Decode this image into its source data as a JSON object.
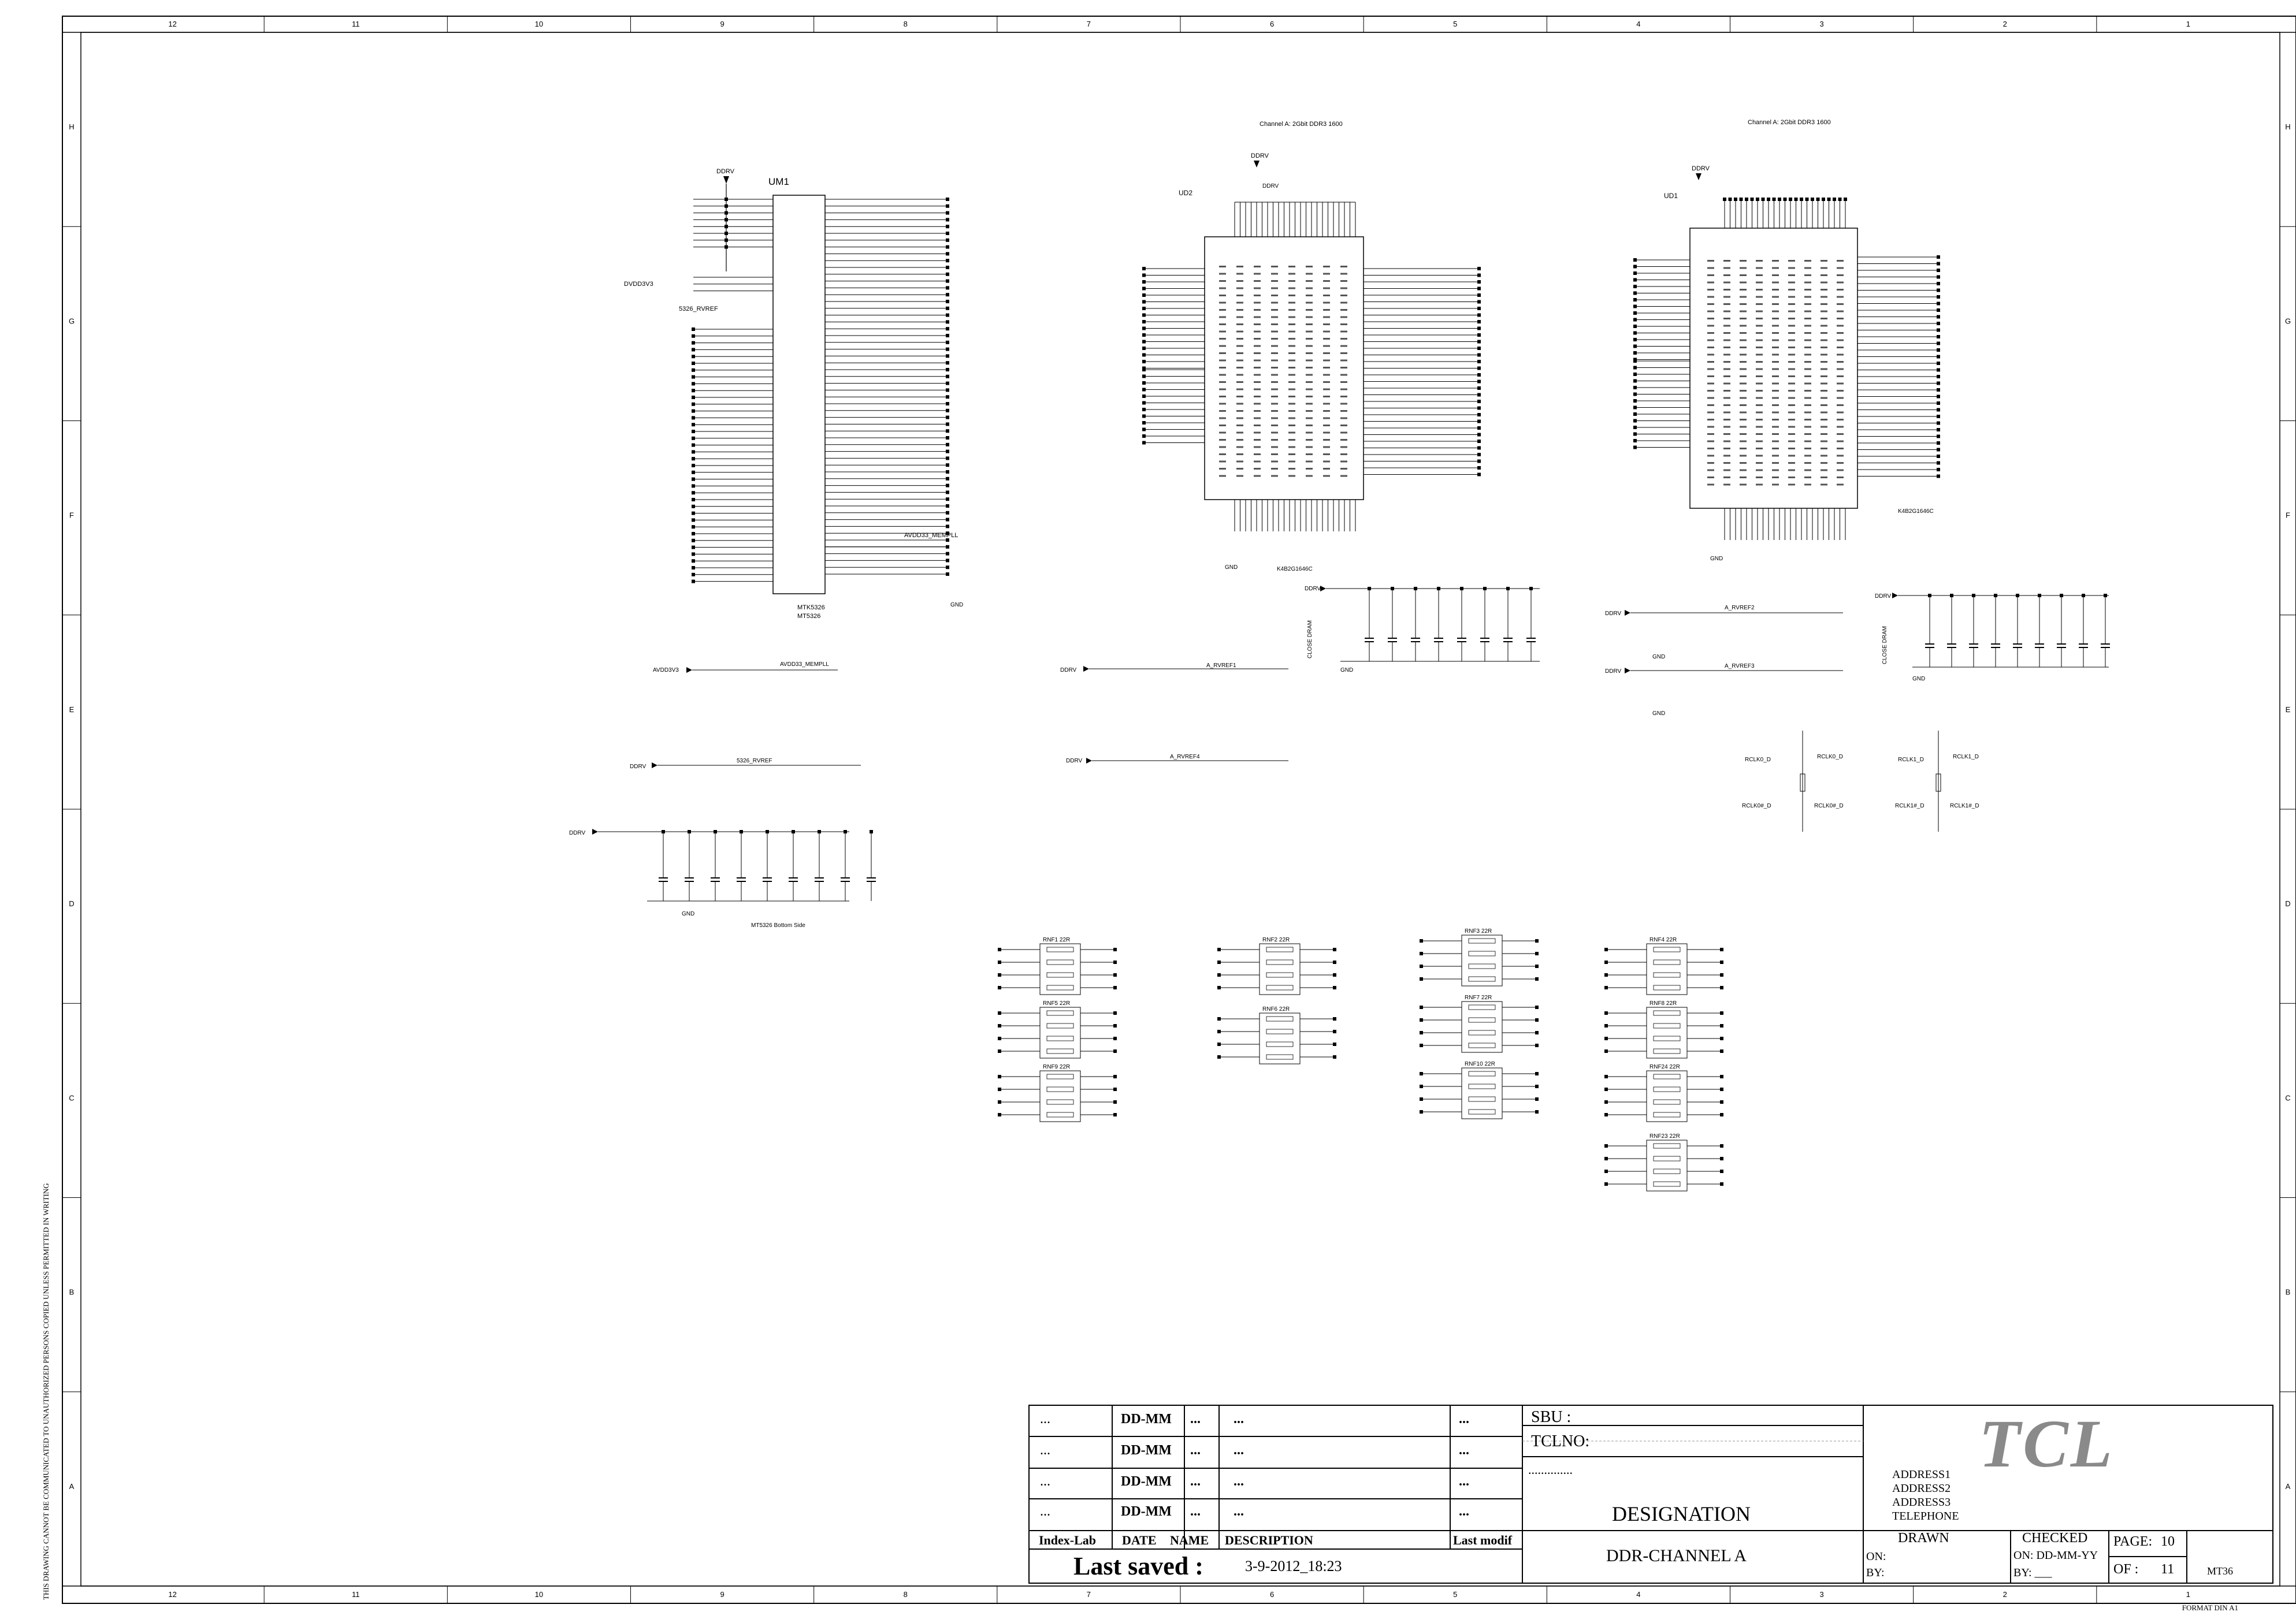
{
  "border": {
    "columns": [
      "12",
      "11",
      "10",
      "9",
      "8",
      "7",
      "6",
      "5",
      "4",
      "3",
      "2",
      "1"
    ],
    "rows": [
      "H",
      "G",
      "F",
      "E",
      "D",
      "C",
      "B",
      "A"
    ]
  },
  "ic_um1": {
    "ref": "UM1",
    "part": "MTK5326",
    "part2": "MT5326",
    "ddrv_label": "DDRV",
    "bottom_note": "MT5326 Bottom Side"
  },
  "dram_u2": {
    "title": "Channel A: 2Gbit DDR3 1600",
    "ref": "UD2",
    "part": "K4B2G1646C"
  },
  "dram_u1": {
    "title": "Channel A: 2Gbit DDR3 1600",
    "ref": "UD1",
    "part": "K4B2G1646C"
  },
  "nets": {
    "ddrv": "DDRV",
    "gnd": "GND",
    "avdd": "AVDD3V3",
    "dvdd": "DVDD3V3",
    "mempll": "AVDD33_MEMPLL",
    "rvref": "5326_RVREF",
    "vref": "A_RVREF1",
    "vref4": "A_RVREF4",
    "vref2": "A_RVREF2",
    "vref3": "A_RVREF3",
    "rclk0": "RCLK0_D",
    "rclk0n": "RCLK0#_D",
    "rclk1": "RCLK1_D",
    "rclk1n": "RCLK1#_D",
    "close": "CLOSE DRAM"
  },
  "resistor_networks": [
    "RNF1  22R",
    "RNF5  22R",
    "RNF9  22R",
    "RNF2  22R",
    "RNF6  22R",
    "RNF3  22R",
    "RNF7  22R",
    "RNF10  22R",
    "RNF4  22R",
    "RNF8  22R",
    "RNF24  22R",
    "RNF23  22R"
  ],
  "title_block": {
    "rows": [
      {
        "c1": "...",
        "c2": "DD-MM",
        "c3": "...",
        "c4": "...",
        "c5": "..."
      },
      {
        "c1": "...",
        "c2": "DD-MM",
        "c3": "...",
        "c4": "...",
        "c5": "..."
      },
      {
        "c1": "...",
        "c2": "DD-MM",
        "c3": "...",
        "c4": "...",
        "c5": "..."
      },
      {
        "c1": "...",
        "c2": "DD-MM",
        "c3": "...",
        "c4": "...",
        "c5": "..."
      }
    ],
    "headers": {
      "index": "Index-Lab",
      "date": "DATE",
      "name": "NAME",
      "desc": "DESCRIPTION",
      "modif": "Last modif"
    },
    "last_saved_label": "Last saved :",
    "last_saved_value": "3-9-2012_18:23",
    "sbu": "SBU :",
    "tclno": "TCLNO:",
    "dots": "..............",
    "designation_label": "DESIGNATION",
    "designation": "DDR-CHANNEL A",
    "brand": "TCL",
    "address": [
      "ADDRESS1",
      "ADDRESS2",
      "ADDRESS3",
      "TELEPHONE"
    ],
    "drawn": "DRAWN",
    "on": "ON:",
    "by": "BY:",
    "checked": "CHECKED",
    "checked_on": "ON: DD-MM-YY",
    "checked_by": "BY:  ___",
    "page_label": "PAGE:",
    "page": "10",
    "of_label": "OF  :",
    "of": "11",
    "model": "MT36"
  },
  "side_note": "THIS DRAWING CANNOT BE COMMUNICATED TO UNAUTHORIZED PERSONS COPIED UNLESS PERMITTED IN WRITING",
  "format_note": "FORMAT DIN A1"
}
